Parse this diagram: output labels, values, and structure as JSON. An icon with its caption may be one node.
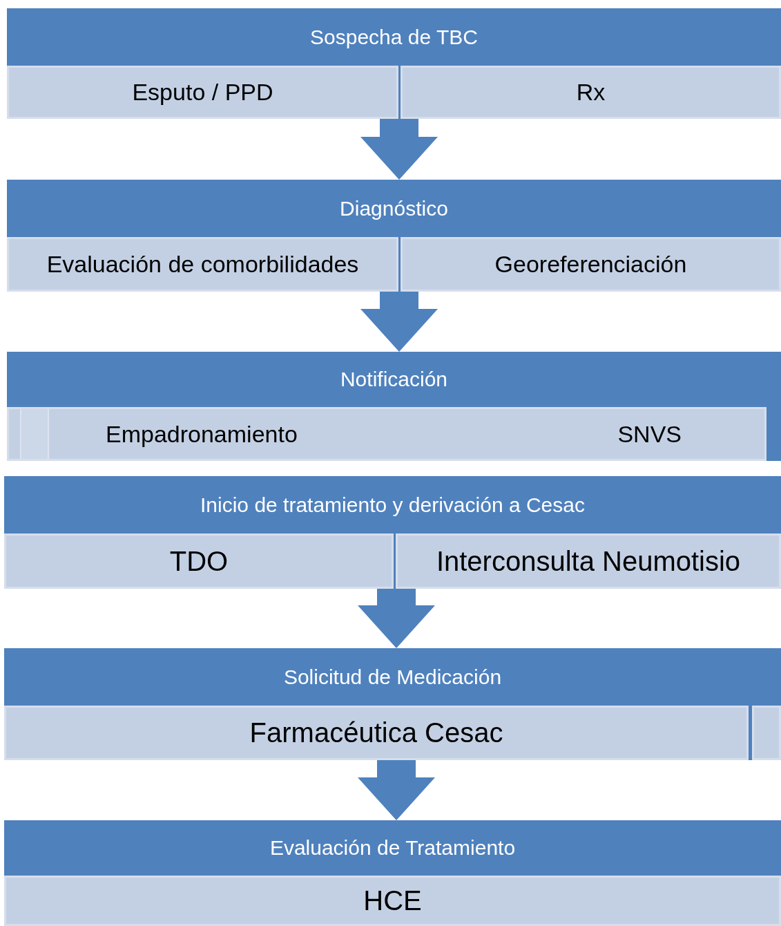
{
  "diagram": {
    "nodes": [
      {
        "text": [
          "Sospecha de TBC"
        ]
      },
      {
        "text": [
          "Esputo / PPD"
        ],
        "in": 0
      },
      {
        "text": [
          "Rx"
        ],
        "in": 0
      },
      {
        "text": [
          "Diagnóstico"
        ]
      },
      {
        "text": [
          "Evaluación de comorbilidades"
        ],
        "in": 3
      },
      {
        "text": [
          "Georeferenciación"
        ],
        "in": 3
      },
      {
        "text": [
          "Notificación"
        ]
      },
      {
        "text": [
          "Empadronamiento",
          "SNVS"
        ],
        "in": 6
      },
      {
        "text": [
          "Inicio de tratamiento y derivación a Cesac"
        ]
      },
      {
        "text": [
          "TDO"
        ],
        "in": 8
      },
      {
        "text": [
          "Interconsulta Neumotisio"
        ],
        "in": 8
      },
      {
        "text": [
          "Solicitud de Medicación"
        ]
      },
      {
        "text": [
          "Farmacéutica Cesac"
        ],
        "in": 11
      },
      {
        "text": [],
        "shape": "box",
        "in": 11
      },
      {
        "text": [
          "Evaluación de Tratamiento"
        ]
      },
      {
        "text": [
          "HCE"
        ],
        "in": 14
      }
    ],
    "edges": [
      {
        "from": 0,
        "to": 3,
        "arrow": "to",
        "style": "thick"
      },
      {
        "from": 3,
        "to": 6,
        "arrow": "to",
        "style": "thick"
      },
      {
        "from": 8,
        "to": 11,
        "arrow": "to",
        "style": "thick"
      },
      {
        "from": 11,
        "to": 14,
        "arrow": "to",
        "style": "thick"
      }
    ]
  }
}
